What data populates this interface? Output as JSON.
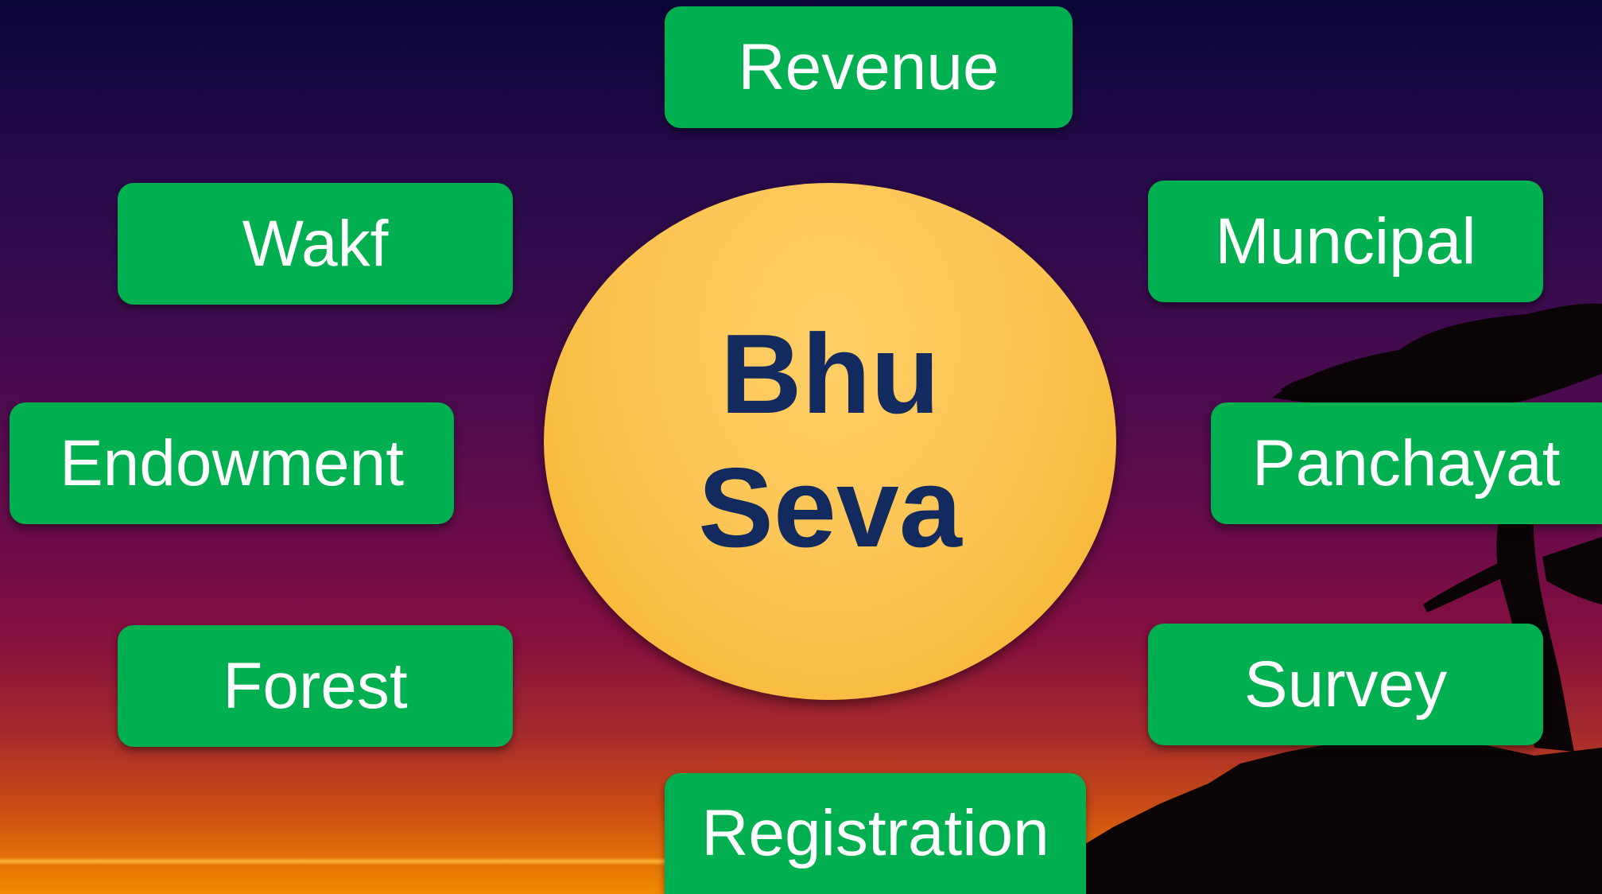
{
  "center": {
    "line1": "Bhu",
    "line2": "Seva"
  },
  "departments": {
    "revenue": "Revenue",
    "wakf": "Wakf",
    "muncipal": "Muncipal",
    "endowment": "Endowment",
    "panchayat": "Panchayat",
    "forest": "Forest",
    "survey": "Survey",
    "registration": "Registration"
  },
  "colors": {
    "box_fill": "#00af50",
    "box_text": "#ffffff",
    "center_fill": "#fdc350",
    "center_text": "#132a5e",
    "sky_top": "#0a0636",
    "sky_bottom": "#f08a00"
  }
}
